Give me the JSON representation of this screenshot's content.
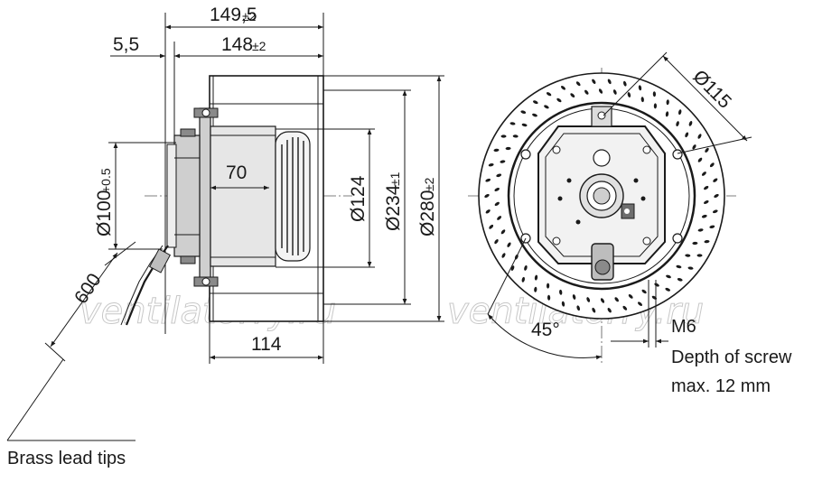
{
  "watermark": "ventilatorry.ru",
  "dimensions": {
    "overall_length": {
      "value": "149,5",
      "tolerance": "±2"
    },
    "housing_length": {
      "value": "148",
      "tolerance": "±2"
    },
    "flange_offset": {
      "value": "5,5"
    },
    "motor_depth": {
      "value": "70"
    },
    "impeller_width": {
      "value": "114"
    },
    "hub_diameter": {
      "value": "Ø100",
      "tolerance": "+0.5"
    },
    "motor_diameter": {
      "value": "Ø124"
    },
    "inlet_diameter": {
      "value": "Ø234",
      "tolerance": "±1"
    },
    "impeller_diameter": {
      "value": "Ø280",
      "tolerance": "±2"
    },
    "bolt_circle": {
      "value": "Ø115"
    },
    "angle": {
      "value": "45°"
    },
    "cable_length": {
      "value": "600"
    }
  },
  "notes": {
    "screw": {
      "line1": "M6",
      "line2": "Depth of screw",
      "line3": "max. 12 mm"
    },
    "cable": {
      "text": "Brass lead tips"
    }
  },
  "icons": {
    "arrowhead": "dimension-arrow",
    "fan": "centrifugal-fan-front-view"
  }
}
